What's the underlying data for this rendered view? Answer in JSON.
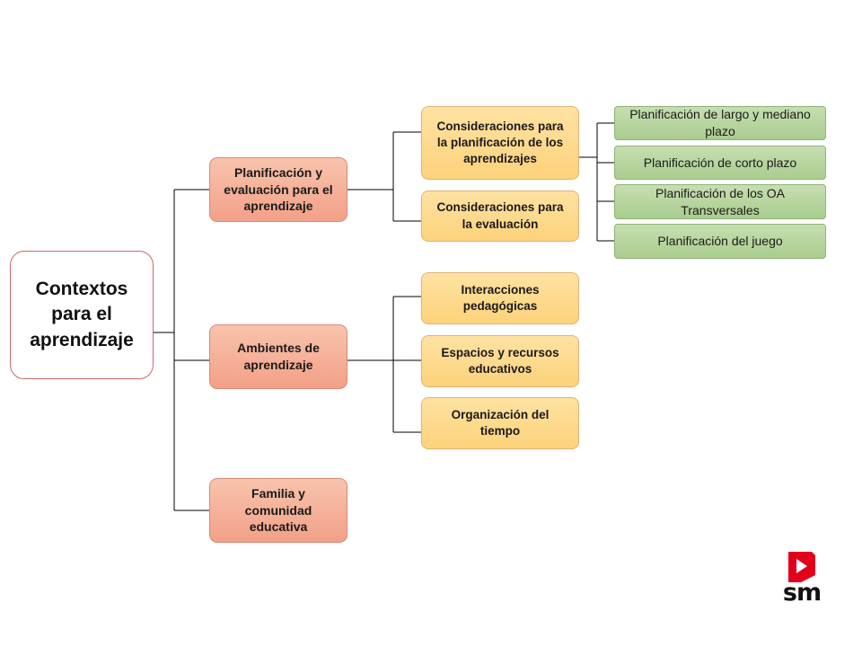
{
  "root": {
    "label": "Contextos para el aprendizaje"
  },
  "branches": [
    {
      "label": "Planificación y evaluación para el aprendizaje",
      "children": [
        {
          "label": "Consideraciones para la planificación de los aprendizajes",
          "children": [
            "Planificación de largo y mediano plazo",
            "Planificación de corto plazo",
            "Planificación de los OA Transversales",
            "Planificación del juego"
          ]
        },
        {
          "label": "Consideraciones para la evaluación"
        }
      ]
    },
    {
      "label": "Ambientes de aprendizaje",
      "children": [
        {
          "label": "Interacciones pedagógicas"
        },
        {
          "label": "Espacios y recursos educativos"
        },
        {
          "label": "Organización del tiempo"
        }
      ]
    },
    {
      "label": "Familia y comunidad educativa"
    }
  ],
  "logo": {
    "text": "sm",
    "color": "#e2001a"
  },
  "colors": {
    "level1_fill": "#f5ad94",
    "level2_fill": "#fed98a",
    "level3_fill": "#b6d59c",
    "connector": "#000000"
  }
}
